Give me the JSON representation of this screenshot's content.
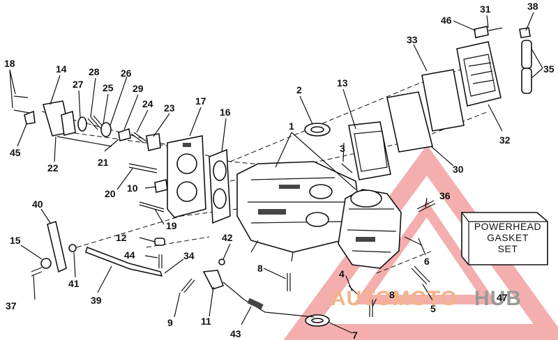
{
  "callouts": {
    "c1": "1",
    "c2": "2",
    "c3": "3",
    "c4": "4",
    "c5": "5",
    "c6": "6",
    "c7": "7",
    "c8a": "8",
    "c8b": "8",
    "c9": "9",
    "c10": "10",
    "c11": "11",
    "c12": "12",
    "c13": "13",
    "c14": "14",
    "c15": "15",
    "c16": "16",
    "c17": "17",
    "c18": "18",
    "c19": "19",
    "c20": "20",
    "c21": "21",
    "c22": "22",
    "c23": "23",
    "c24": "24",
    "c25": "25",
    "c26": "26",
    "c27": "27",
    "c28": "28",
    "c29": "29",
    "c30": "30",
    "c31": "31",
    "c32": "32",
    "c33": "33",
    "c34": "34",
    "c35": "35",
    "c36": "36",
    "c37": "37",
    "c38": "38",
    "c39": "39",
    "c40": "40",
    "c41": "41",
    "c42": "42",
    "c43": "43",
    "c44": "44",
    "c45": "45",
    "c46": "46",
    "c47": "47"
  },
  "gasket_box": {
    "line1": "POWERHEAD",
    "line2": "GASKET",
    "line3": "SET"
  },
  "watermark": {
    "left": "AUTOMOTO",
    "right": "HUB",
    "left_color": "#f2b48a",
    "right_color": "#9a9a9a"
  },
  "colors": {
    "triangle": "#f3a0a0",
    "ink": "#111111"
  }
}
